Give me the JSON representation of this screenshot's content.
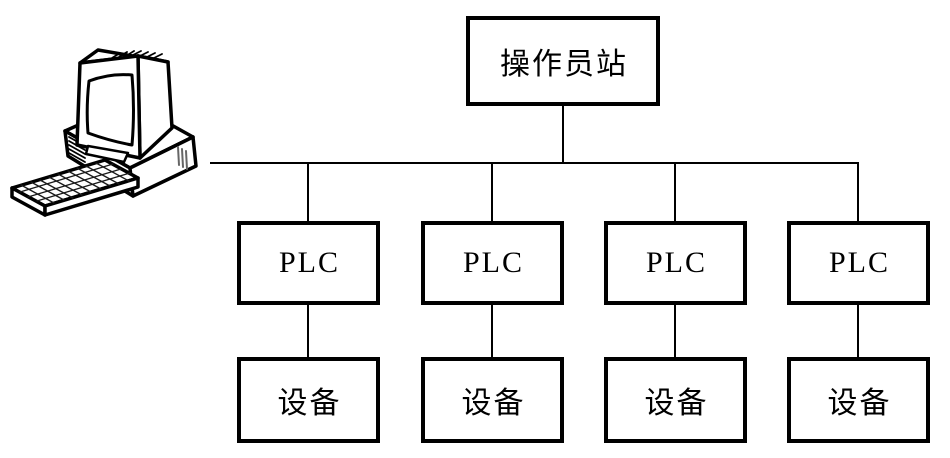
{
  "diagram": {
    "background_color": "#ffffff",
    "line_color": "#000000",
    "workstation": {
      "icon": "desktop-computer-icon"
    },
    "operator_station": {
      "label": "操作员站"
    },
    "plc_columns": [
      {
        "plc_label": "PLC",
        "device_label": "设备"
      },
      {
        "plc_label": "PLC",
        "device_label": "设备"
      },
      {
        "plc_label": "PLC",
        "device_label": "设备"
      },
      {
        "plc_label": "PLC",
        "device_label": "设备"
      }
    ]
  }
}
